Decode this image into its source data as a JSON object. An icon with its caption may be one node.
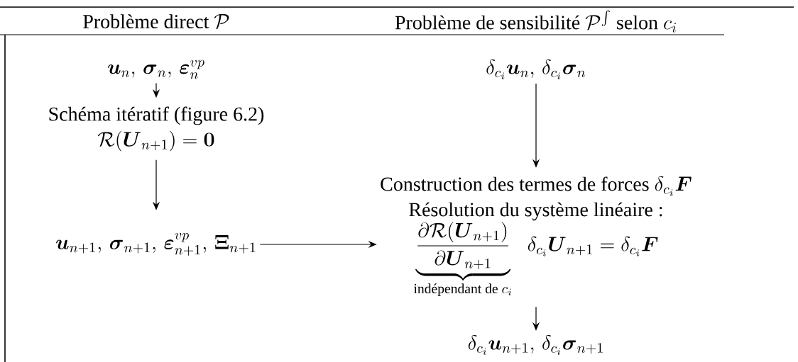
{
  "diagram": {
    "nodes": [
      {
        "text": [
          "\\boldsymbol{u}_n,\\, \\boldsymbol{\\sigma}_n,\\, \\boldsymbol{\\varepsilon}_n^{vp}"
        ]
      },
      {
        "text": [
          "Schéma itératif (figure 6.2)",
          "\\mathcal{R}(\\boldsymbol{U}_{n+1}) = \\boldsymbol{0}"
        ]
      },
      {
        "text": [
          "\\boldsymbol{u}_{n+1},\\, \\boldsymbol{\\sigma}_{n+1},\\, \\boldsymbol{\\varepsilon}^{vp}_{n+1},\\, \\boldsymbol{\\Xi}_{n+1}"
        ]
      },
      {
        "text": [
          "\\delta_{c_i}\\boldsymbol{u}_n,\\, \\delta_{c_i}\\boldsymbol{\\sigma}_n"
        ]
      },
      {
        "text": [
          "\\text{Construction des termes de forces } \\delta_{c_i}\\boldsymbol{F}",
          "Résolution du système linéaire :",
          "\\underbrace{\\frac{\\partial\\mathcal{R}(\\boldsymbol{U}_{n+1})}{\\partial\\boldsymbol{U}_{n+1}}}_{\\text{indépendant de } c_i}\\;\\; \\delta_{c_i}\\boldsymbol{U}_{n+1} = \\delta_{c_i}\\boldsymbol{F}"
        ]
      },
      {
        "text": [
          "\\delta_{c_i}\\boldsymbol{u}_{n+1},\\, \\delta_{c_i}\\boldsymbol{\\sigma}_{n+1}"
        ]
      }
    ],
    "edges": [
      {
        "from": 0,
        "to": 1,
        "arrow": "to"
      },
      {
        "from": 1,
        "to": 2,
        "arrow": "to"
      },
      {
        "from": 3,
        "to": 4,
        "arrow": "to"
      },
      {
        "from": 2,
        "to": 4,
        "arrow": "to"
      },
      {
        "from": 4,
        "to": 5,
        "arrow": "to"
      }
    ],
    "labels": [
      "\\text{Problème direct } \\mathcal{P}",
      "\\text{Problème de sensibilité } \\mathcal{P}^{\\int} \\text{ selon } c_i"
    ]
  }
}
